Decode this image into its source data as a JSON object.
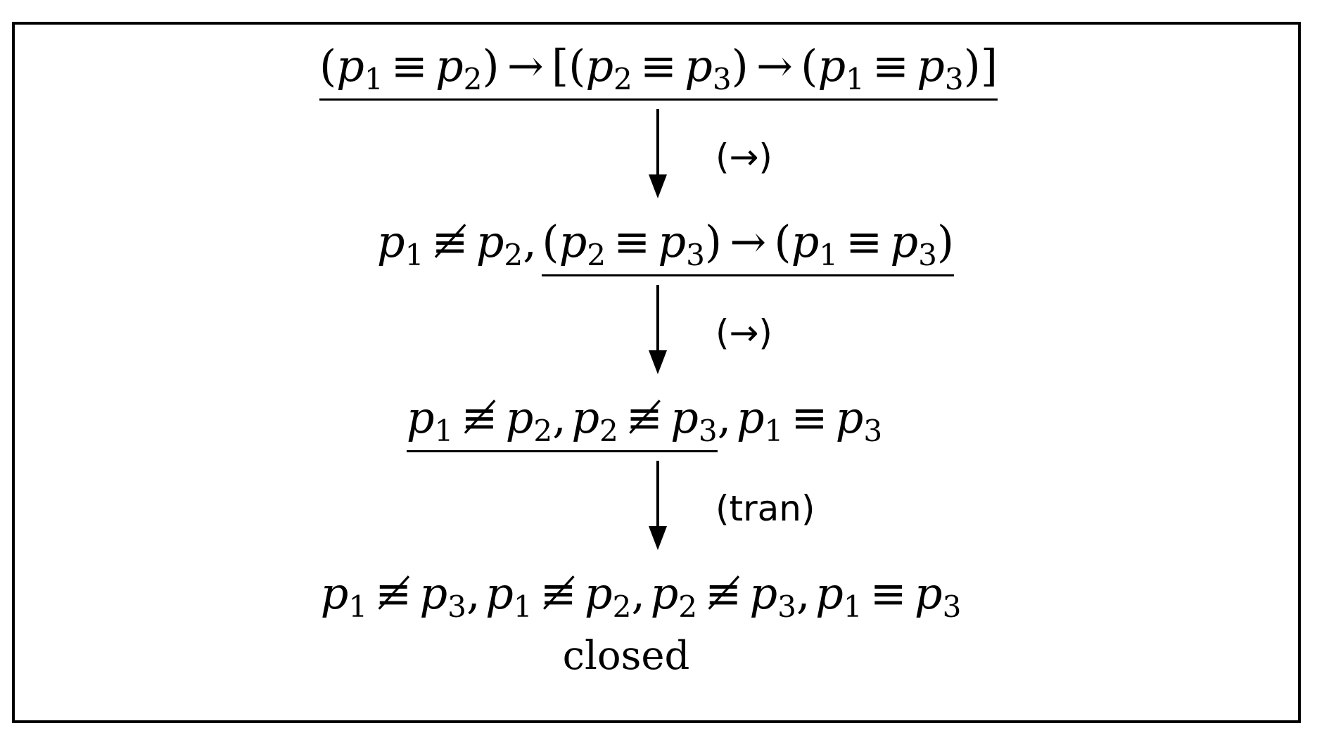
{
  "tableau": {
    "step1": {
      "formula": [
        "(",
        "p",
        "1",
        "≡",
        "p",
        "2",
        ")",
        "→",
        "[(",
        "p",
        "2",
        "≡",
        "p",
        "3",
        ")",
        "→",
        "(",
        "p",
        "1",
        "≡",
        "p",
        "3",
        ")]"
      ]
    },
    "rule1": "(→)",
    "step2": {
      "left": "p₁ ≢ p₂,",
      "underlined": "(p₂ ≡ p₃) → (p₁ ≡ p₃)"
    },
    "rule2": "(→)",
    "step3": {
      "underlined": "p₁ ≢ p₂, p₂ ≢ p₃",
      "rest": ", p₁ ≡ p₃"
    },
    "rule3": "(tran)",
    "step4": {
      "formula": "p₁ ≢ p₃, p₁ ≢ p₂, p₂ ≢ p₃, p₁ ≡ p₃"
    },
    "status": "closed"
  }
}
